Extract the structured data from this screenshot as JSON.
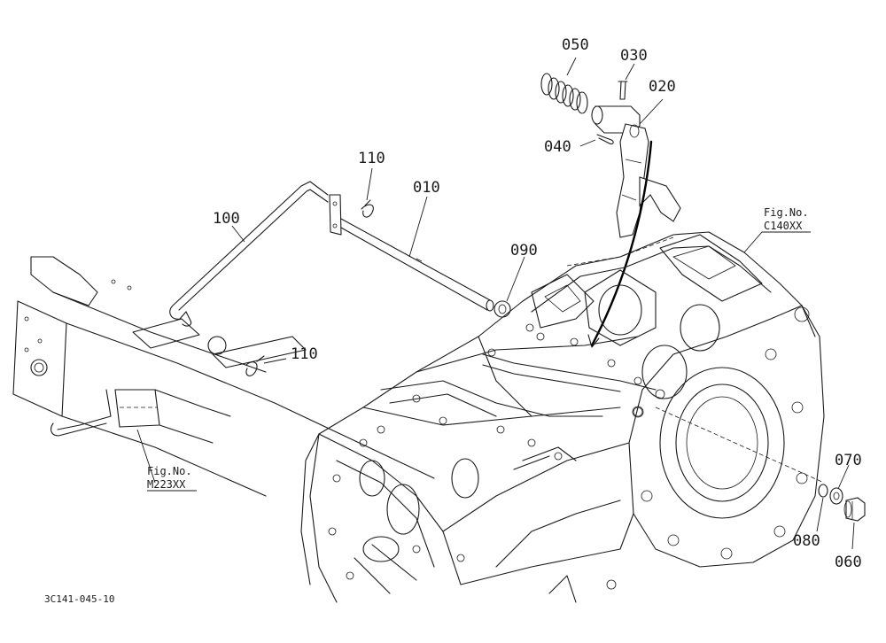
{
  "callouts": {
    "p050": "050",
    "p030": "030",
    "p020": "020",
    "p040": "040",
    "p110_top": "110",
    "p010": "010",
    "p100": "100",
    "p090": "090",
    "p110_mid": "110",
    "p070": "070",
    "p080": "080",
    "p060": "060"
  },
  "figure_refs": {
    "c140": {
      "label": "Fig.No.",
      "code": "C140XX"
    },
    "m223": {
      "label": "Fig.No.",
      "code": "M223XX"
    }
  },
  "document_id": "3C141-045-10"
}
